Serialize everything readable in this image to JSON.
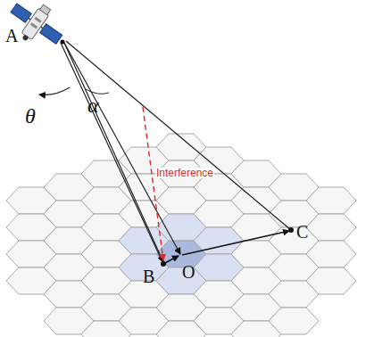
{
  "diagram": {
    "labels": [
      "A",
      "θ",
      "α",
      "Interference",
      "B",
      "O",
      "C"
    ]
  }
}
